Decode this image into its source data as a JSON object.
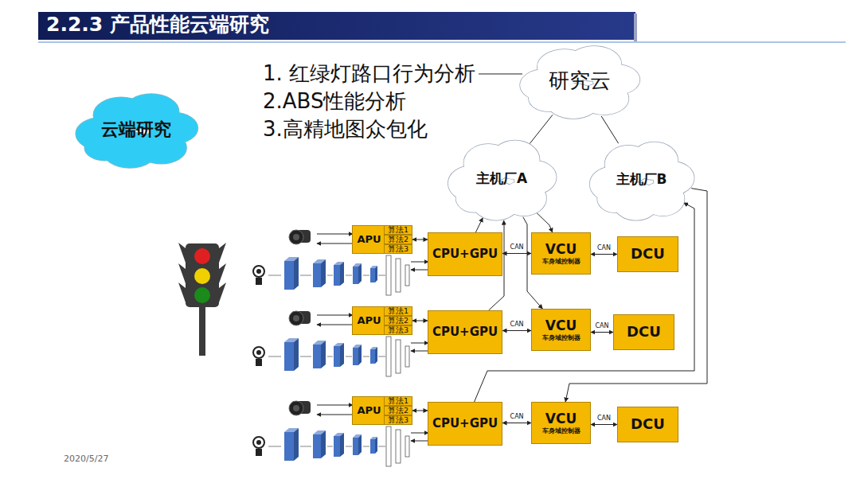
{
  "diagram": {
    "title": "2.2.3 产品性能云端研究",
    "nodes": [
      {
        "text": [
          "云端研究"
        ]
      },
      {
        "text": [
          "研究云"
        ]
      },
      {
        "text": [
          "主机厂A"
        ]
      },
      {
        "text": [
          "主机厂B"
        ]
      },
      {
        "text": [
          "APU"
        ]
      },
      {
        "text": [
          "算法1"
        ]
      },
      {
        "text": [
          "算法2"
        ]
      },
      {
        "text": [
          "算法3"
        ]
      },
      {
        "text": [
          "CPU+GPU"
        ]
      },
      {
        "text": [
          "VCU",
          "车身域控制器"
        ]
      },
      {
        "text": [
          "DCU"
        ]
      },
      {
        "text": [
          "APU"
        ]
      },
      {
        "text": [
          "算法1"
        ]
      },
      {
        "text": [
          "算法2"
        ]
      },
      {
        "text": [
          "算法3"
        ]
      },
      {
        "text": [
          "CPU+GPU"
        ]
      },
      {
        "text": [
          "VCU",
          "车身域控制器"
        ]
      },
      {
        "text": [
          "DCU"
        ]
      },
      {
        "text": [
          "APU"
        ]
      },
      {
        "text": [
          "算法1"
        ]
      },
      {
        "text": [
          "算法2"
        ]
      },
      {
        "text": [
          "算法3"
        ]
      },
      {
        "text": [
          "CPU+GPU"
        ]
      },
      {
        "text": [
          "VCU",
          "车身域控制器"
        ]
      },
      {
        "text": [
          "DCU"
        ]
      }
    ],
    "edges": [
      {
        "from": 6,
        "to": 8,
        "arrow": "both"
      },
      {
        "from": 8,
        "to": 9,
        "label": "CAN",
        "arrow": "both"
      },
      {
        "from": 9,
        "to": 10,
        "label": "CAN",
        "arrow": "both"
      },
      {
        "from": 13,
        "to": 15,
        "arrow": "both"
      },
      {
        "from": 15,
        "to": 16,
        "label": "CAN",
        "arrow": "both"
      },
      {
        "from": 16,
        "to": 17,
        "label": "CAN",
        "arrow": "both"
      },
      {
        "from": 20,
        "to": 22,
        "arrow": "both"
      },
      {
        "from": 22,
        "to": 23,
        "label": "CAN",
        "arrow": "both"
      },
      {
        "from": 23,
        "to": 24,
        "label": "CAN",
        "arrow": "both"
      },
      {
        "from": 1,
        "to": 2,
        "arrow": "none"
      },
      {
        "from": 1,
        "to": 3,
        "arrow": "none"
      },
      {
        "from": 8,
        "to": 2,
        "arrow": "to"
      },
      {
        "from": 2,
        "to": 9,
        "arrow": "to"
      },
      {
        "from": 2,
        "to": 16,
        "arrow": "to"
      },
      {
        "from": 15,
        "to": 2,
        "arrow": "to"
      },
      {
        "from": 22,
        "to": 3,
        "arrow": "to"
      },
      {
        "from": 3,
        "to": 23,
        "arrow": "to"
      }
    ],
    "labels": [
      "1. 红绿灯路口行为分析",
      "2.ABS性能分析",
      "3.高精地图众包化",
      "2020/5/27"
    ]
  }
}
